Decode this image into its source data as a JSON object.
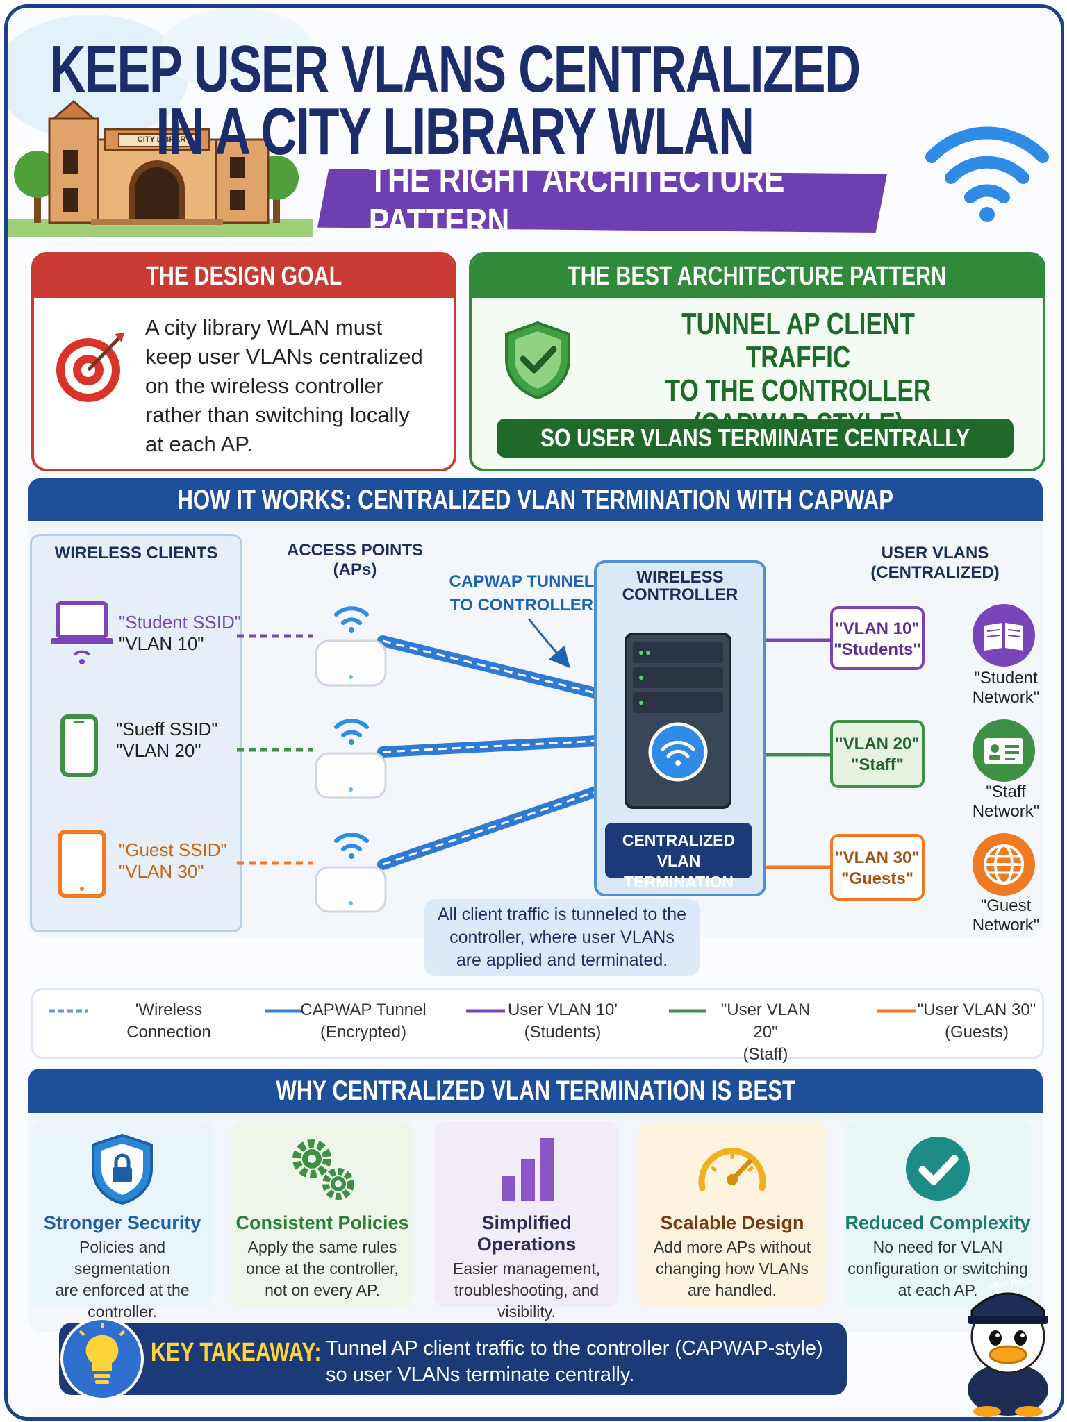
{
  "header": {
    "title_line1": "KEEP USER VLANS CENTRALIZED",
    "title_line2": "IN A CITY LIBRARY WLAN",
    "banner": "THE RIGHT ARCHITECTURE PATTERN",
    "library_sign": "CITY LIBRARY"
  },
  "design_goal": {
    "heading": "THE DESIGN GOAL",
    "lines": [
      "A city library WLAN must",
      "keep user VLANs centralized",
      "on the wireless controller",
      "rather than switching locally",
      "at each AP."
    ]
  },
  "best_pattern": {
    "heading": "THE BEST ARCHITECTURE PATTERN",
    "line1": "TUNNEL AP CLIENT TRAFFIC",
    "line2": "TO THE CONTROLLER",
    "line3": "(CAPWAP-STYLE)",
    "subline": "SO USER VLANS TERMINATE CENTRALLY"
  },
  "how_it_works": {
    "heading": "HOW IT WORKS: CENTRALIZED VLAN TERMINATION WITH CAPWAP",
    "clients_label": "WIRELESS CLIENTS",
    "aps_label_1": "ACCESS POINTS",
    "aps_label_2": "(APs)",
    "tunnel_label_1": "CAPWAP TUNNEL",
    "tunnel_label_2": "TO CONTROLLER",
    "controller_label_1": "WIRELESS",
    "controller_label_2": "CONTROLLER",
    "termination_1": "CENTRALIZED",
    "termination_2": "VLAN TERMINATION",
    "vlans_label": "USER VLANS (CENTRALIZED)",
    "clients": [
      {
        "ssid": "\"Student SSID\"",
        "vlan": "\"VLAN 10\"",
        "color": "#7a45b8"
      },
      {
        "ssid": "\"Sueff SSID\"",
        "vlan": "\"VLAN 20\"",
        "color": "#3f8f45"
      },
      {
        "ssid": "\"Guest SSID\"",
        "vlan": "\"VLAN 30\"",
        "color": "#f07a22"
      }
    ],
    "vlans": [
      {
        "line1": "\"VLAN 10\"",
        "line2": "\"Students\"",
        "net1": "\"Student",
        "net2": "Network\"",
        "color": "#7a45b8",
        "icon": "book-icon"
      },
      {
        "line1": "\"VLAN 20\"",
        "line2": "\"Staff\"",
        "net1": "\"Staff",
        "net2": "Network\"",
        "color": "#3f8f45",
        "icon": "id-card-icon"
      },
      {
        "line1": "\"VLAN 30\"",
        "line2": "\"Guests\"",
        "net1": "\"Guest",
        "net2": "Network\"",
        "color": "#f07a22",
        "icon": "globe-icon"
      }
    ],
    "note": [
      "All client traffic is tunneled to the",
      "controller, where user VLANs",
      "are applied and terminated."
    ]
  },
  "legend": [
    {
      "l1": "'Wireless Connection",
      "l2": "",
      "color": "#5a9be0"
    },
    {
      "l1": "CAPWAP Tunnel",
      "l2": "(Encrypted)",
      "color": "#3a82d6"
    },
    {
      "l1": "User VLAN 10'",
      "l2": "(Students)",
      "color": "#7a45b8"
    },
    {
      "l1": "\"User VLAN 20\"",
      "l2": "(Staff)",
      "color": "#3f8f45"
    },
    {
      "l1": "\"User VLAN 30\"",
      "l2": "(Guests)",
      "color": "#f07a22"
    }
  ],
  "why": {
    "heading": "WHY CENTRALIZED VLAN TERMINATION IS BEST",
    "cards": [
      {
        "title": "Stronger Security",
        "lines": [
          "Policies and segmentation",
          "are enforced at the",
          "controller."
        ],
        "color": "#1e5fa8",
        "bg": "#eaf4fb",
        "icon": "shield-lock-icon"
      },
      {
        "title": "Consistent Policies",
        "lines": [
          "Apply the same rules",
          "once at the controller,",
          "not on every AP."
        ],
        "color": "#2f7d3a",
        "bg": "#eef6ea",
        "icon": "gears-icon"
      },
      {
        "title": "Simplified Operations",
        "lines": [
          "Easier management,",
          "troubleshooting, and",
          "visibility."
        ],
        "color": "#2c2c55",
        "bg": "#f1ecf8",
        "icon": "bar-chart-icon"
      },
      {
        "title": "Scalable Design",
        "lines": [
          "Add more APs without",
          "changing how VLANs",
          "are handled."
        ],
        "color": "#7a3a10",
        "bg": "#fdf3df",
        "icon": "gauge-icon"
      },
      {
        "title": "Reduced Complexity",
        "lines": [
          "No need for VLAN",
          "configuration or switching",
          "at each AP."
        ],
        "color": "#1d7a70",
        "bg": "#e8f6f6",
        "icon": "check-circle-icon"
      }
    ]
  },
  "takeaway": {
    "label": "KEY TAKEAWAY:",
    "line1": "Tunnel AP client traffic to the controller (CAPWAP-style)",
    "line2": "so user VLANs terminate centrally."
  },
  "mascot": {
    "cap_text": "NAVY DUCK"
  }
}
